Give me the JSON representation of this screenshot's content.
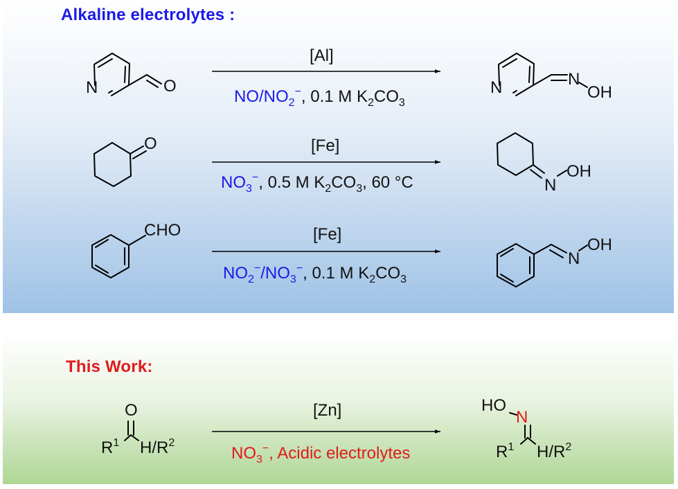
{
  "alkaline": {
    "title": "Alkaline electrolytes :",
    "reactions": [
      {
        "catalyst": "[Al]",
        "conditions_main": "NO/NO",
        "conditions_sub": "2",
        "conditions_sup": "−",
        "conditions_rest": ", 0.1 M K",
        "conditions_k_sub": "2",
        "conditions_co": "CO",
        "conditions_co_sub": "3",
        "reactant_labels": [
          "N",
          "O"
        ],
        "product_labels": [
          "N",
          "N",
          "OH"
        ]
      },
      {
        "catalyst": "[Fe]",
        "conditions_main": "NO",
        "conditions_sub": "3",
        "conditions_sup": "−",
        "conditions_rest": ", 0.5 M K",
        "conditions_k_sub": "2",
        "conditions_co": "CO",
        "conditions_co_sub": "3",
        "conditions_tail": ", 60 °C",
        "reactant_labels": [
          "O"
        ],
        "product_labels": [
          "N",
          "OH"
        ]
      },
      {
        "catalyst": "[Fe]",
        "conditions_a": "NO",
        "conditions_a_sub": "2",
        "conditions_a_sup": "−",
        "conditions_b": "/NO",
        "conditions_b_sub": "3",
        "conditions_b_sup": "−",
        "conditions_rest": ", 0.1 M K",
        "conditions_k_sub": "2",
        "conditions_co": "CO",
        "conditions_co_sub": "3",
        "reactant_labels": [
          "CHO"
        ],
        "product_labels": [
          "N",
          "OH"
        ]
      }
    ]
  },
  "work": {
    "title": "This Work:",
    "catalyst": "[Zn]",
    "conditions_main": "NO",
    "conditions_sub": "3",
    "conditions_sup": "−",
    "conditions_rest": ", Acidic electrolytes",
    "reactant": {
      "o": "O",
      "r": "R",
      "r_sup": "1",
      "hr": "H/R",
      "hr_sup": "2"
    },
    "product": {
      "ho": "HO",
      "n": "N",
      "r": "R",
      "r_sup": "1",
      "hr": "H/R",
      "hr_sup": "2"
    }
  },
  "colors": {
    "alkaline_accent": "#1a1ae6",
    "work_accent": "#e01b1b",
    "alkaline_bg": "#9fc2e6",
    "work_bg": "#aed695"
  }
}
